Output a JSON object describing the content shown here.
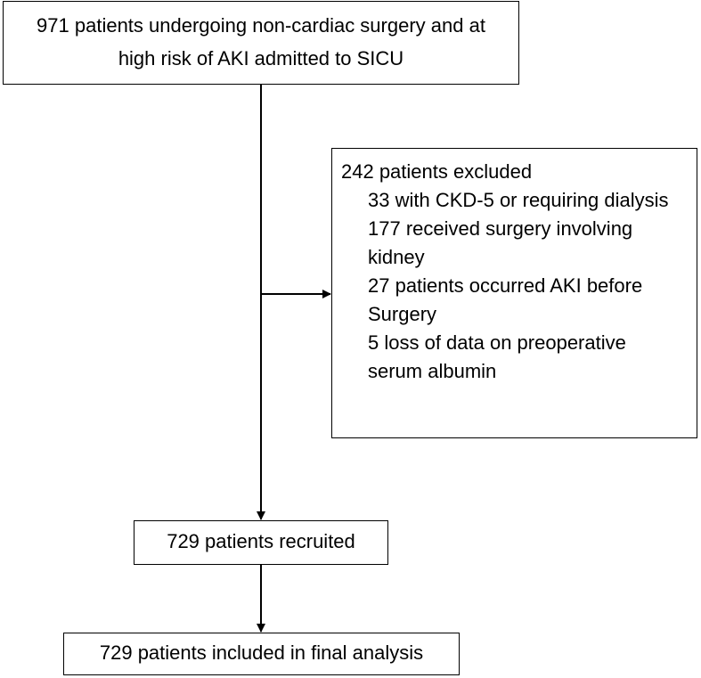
{
  "enrollment": {
    "line1": "971 patients undergoing non-cardiac surgery and at",
    "line2": "high risk of AKI admitted to SICU"
  },
  "excluded": {
    "header": "242 patients excluded",
    "items": [
      [
        "33 with CKD-5 or requiring dialysis"
      ],
      [
        "177 received surgery involving",
        "kidney"
      ],
      [
        "27 patients occurred AKI before",
        "Surgery"
      ],
      [
        "5 loss of data on preoperative",
        "serum albumin"
      ]
    ]
  },
  "recruited": {
    "label": "729 patients recruited"
  },
  "final": {
    "label": "729 patients included in final analysis"
  },
  "colors": {
    "stroke": "#000000",
    "background": "#ffffff"
  }
}
